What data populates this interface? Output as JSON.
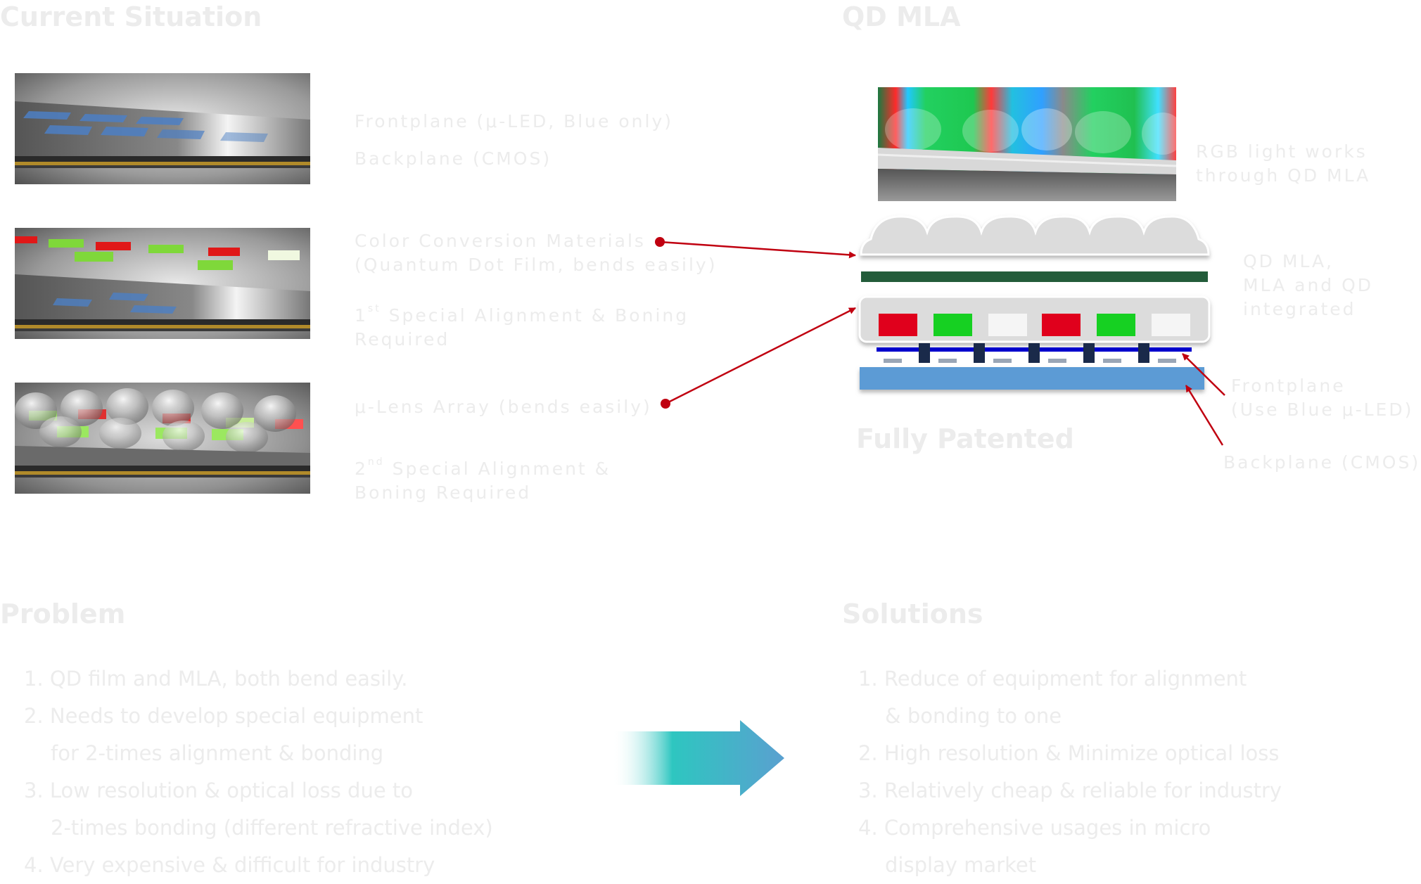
{
  "headings": {
    "current_situation": "Current Situation",
    "qd_mla": "QD MLA",
    "fully_patented": "Fully Patented",
    "problem": "Problem",
    "solutions": "Solutions"
  },
  "left_labels": {
    "frontplane": "Frontplane (μ-LED, Blue only)",
    "backplane": "Backplane (CMOS)",
    "ccm_line1": "Color Conversion Materials",
    "ccm_line2": "(Quantum Dot Film, bends easily)",
    "align1_num": "1",
    "align1_sup": "st",
    "align1_rest": " Special Alignment & Boning",
    "align1_line2": "Required",
    "lens": "μ-Lens Array (bends easily)",
    "align2_num": "2",
    "align2_sup": "nd",
    "align2_rest": " Special Alignment &",
    "align2_line2": "Boning Required"
  },
  "right_labels": {
    "rgb_line1": "RGB light works",
    "rgb_line2": "through QD MLA",
    "qdmla_line1": "QD MLA,",
    "qdmla_line2": "MLA and QD",
    "qdmla_line3": "integrated",
    "front_line1": "Frontplane",
    "front_line2": "(Use Blue μ-LED)",
    "backplane": "Backplane (CMOS)"
  },
  "problems": [
    {
      "line": "1. QD film and MLA, both bend easily.",
      "cont": ""
    },
    {
      "line": "2. Needs to develop special equipment",
      "cont": "for 2-times alignment & bonding"
    },
    {
      "line": "3. Low resolution & optical loss due to",
      "cont": "2-times bonding (different refractive index)"
    },
    {
      "line": "4. Very expensive & difficult for industry",
      "cont": ""
    }
  ],
  "solutions": [
    {
      "line": "1. Reduce of equipment for alignment",
      "cont": "& bonding to one"
    },
    {
      "line": "2. High resolution & Minimize optical loss",
      "cont": ""
    },
    {
      "line": "3. Relatively cheap & reliable for industry",
      "cont": ""
    },
    {
      "line": "4. Comprehensive usages in micro",
      "cont": "display market"
    }
  ],
  "colors": {
    "text": "#ececec",
    "pointer": "#c00010",
    "pixel_red": "#e0001a",
    "pixel_green": "#18d020",
    "qd_film": "#235c3a",
    "backplane_blue": "#5b9bd5",
    "micro_led": "#0000cc",
    "arrow_start": "#2ec6c0",
    "arrow_end": "#5aa0d0"
  }
}
